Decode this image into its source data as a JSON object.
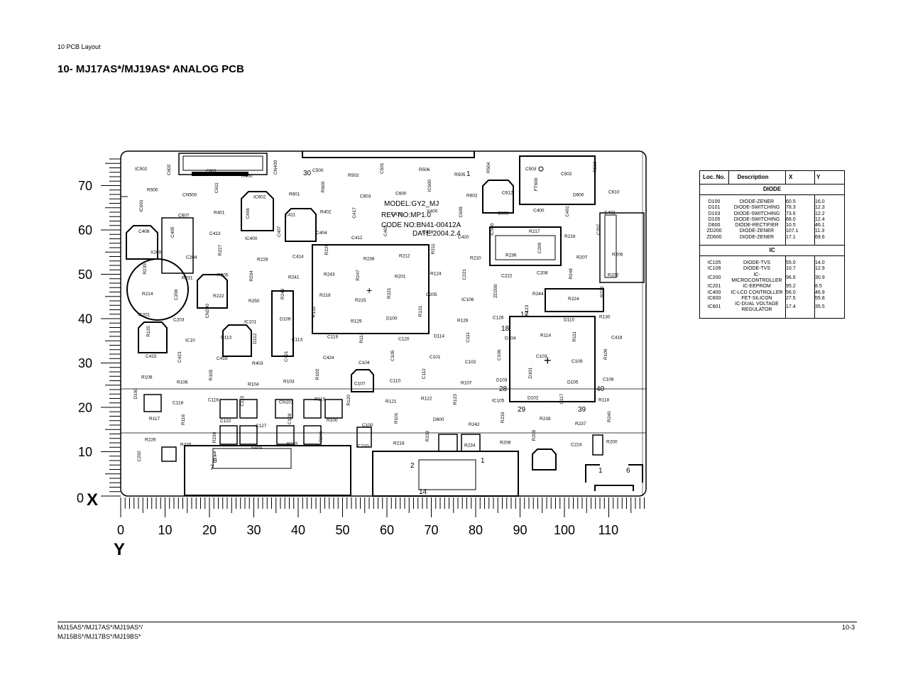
{
  "header": {
    "section": "10 PCB Layout"
  },
  "title": "10-   MJ17AS*/MJ19AS* ANALOG PCB",
  "footer": {
    "models_line1": "MJ15AS*/MJ17AS*/MJ19AS*/",
    "models_line2": "MJ15BS*/MJ17BS*/MJ19BS*",
    "page": "10-3"
  },
  "board": {
    "model": "MODEL:GY2_MJ",
    "rev": "REV NO:MP1.0",
    "code": "CODE NO:BN41-00412A",
    "date": "DATE:2004.2.4",
    "x_ticks": [
      "0",
      "10",
      "20",
      "30",
      "40",
      "50",
      "60",
      "70",
      "80",
      "90",
      "100",
      "110"
    ],
    "y_ticks": [
      "70",
      "60",
      "50",
      "40",
      "30",
      "20",
      "10",
      "0"
    ],
    "x_axis": "X",
    "y_axis": "Y",
    "labels": [
      "IC502",
      "C602",
      "C601",
      "R400",
      "CN400",
      "C500",
      "R502",
      "C501",
      "R506",
      "R505",
      "R504",
      "C503",
      "C502",
      "R503",
      "R500",
      "CN500",
      "C611",
      "IC602",
      "R601",
      "R600",
      "C603",
      "C600",
      "IC600",
      "R602",
      "C612",
      "FT600",
      "D600",
      "C610",
      "IC601",
      "C607",
      "R401",
      "C406",
      "C411",
      "R402",
      "C417",
      "C416",
      "X400",
      "C609",
      "C608",
      "C400",
      "C401",
      "C402",
      "C408",
      "C405",
      "C413",
      "IC400",
      "C407",
      "C404",
      "C412",
      "C403",
      "C410",
      "C420",
      "IC500",
      "R217",
      "R216",
      "C207",
      "X200",
      "C204",
      "R227",
      "R228",
      "C414",
      "R229",
      "R238",
      "R212",
      "R211",
      "R210",
      "R236",
      "C200",
      "R207",
      "R206",
      "R235",
      "R231",
      "R205",
      "R204",
      "R241",
      "R243",
      "R247",
      "R201",
      "R124",
      "C221",
      "C222",
      "C208",
      "R248",
      "R202",
      "R214",
      "C206",
      "R222",
      "R250",
      "R249",
      "R219",
      "R215",
      "R221",
      "C205",
      "IC106",
      "ZD200",
      "R244",
      "R224",
      "R223",
      "IC201",
      "C203",
      "CN200",
      "IC101",
      "D109",
      "R132",
      "R129",
      "D100",
      "R131",
      "R128",
      "C126",
      "C123",
      "D110",
      "R130",
      "R125",
      "IC10",
      "D113",
      "D112",
      "C113",
      "C119",
      "R113",
      "C120",
      "D114",
      "C111",
      "D104",
      "R114",
      "R111",
      "C418",
      "C415",
      "C423",
      "C419",
      "R403",
      "C421",
      "C424",
      "C104",
      "C105",
      "C101",
      "C102",
      "C106",
      "C103",
      "C109",
      "R109",
      "R108",
      "R106",
      "R105",
      "R104",
      "R103",
      "R102",
      "C107",
      "C110",
      "C112",
      "R107",
      "D103",
      "D101",
      "D105",
      "C108",
      "D100",
      "C118",
      "C116",
      "C115",
      "CN101",
      "R119",
      "R120",
      "R121",
      "R122",
      "R123",
      "IC105",
      "D102",
      "C117",
      "R118",
      "R117",
      "R116",
      "C122",
      "C127",
      "C128",
      "R100",
      "C100",
      "R101",
      "D600",
      "R242",
      "R233",
      "R239",
      "R237",
      "R240",
      "R226",
      "R225",
      "R230",
      "C201",
      "R245",
      "R246",
      "C210",
      "R218",
      "R232",
      "R234",
      "R208",
      "R209",
      "C224",
      "R200",
      "C202"
    ],
    "pin_labels": [
      "30",
      "1",
      "17",
      "18",
      "28",
      "29",
      "39",
      "40",
      "1",
      "6",
      "2",
      "1",
      "14",
      "1",
      "8",
      "7"
    ]
  },
  "table": {
    "headers": {
      "loc": "Loc. No.",
      "desc": "Description",
      "x": "X",
      "y": "Y"
    },
    "sections": [
      {
        "name": "DIODE",
        "rows": [
          {
            "loc": "D100",
            "desc": "DIODE-ZENER",
            "x": "60.5",
            "y": "16.0"
          },
          {
            "loc": "D101",
            "desc": "DIODE-SWITCHING",
            "x": "78.3",
            "y": "12.3"
          },
          {
            "loc": "D103",
            "desc": "DIODE-SWITCHING",
            "x": "73.6",
            "y": "12.2"
          },
          {
            "loc": "D105",
            "desc": "DIODE-SWITCHING",
            "x": "68.0",
            "y": "12.4"
          },
          {
            "loc": "D600",
            "desc": "DIODE-RECTIFIER",
            "x": "10.5",
            "y": "46.1"
          },
          {
            "loc": "ZD200",
            "desc": "DIODE-ZENER",
            "x": "107.1",
            "y": "11.3"
          },
          {
            "loc": "ZD600",
            "desc": "DIODE-ZENER",
            "x": "17.1",
            "y": "69.6"
          }
        ]
      },
      {
        "name": "IC",
        "rows": [
          {
            "loc": "IC105",
            "desc": "DIODE-TVS",
            "x": "55.0",
            "y": "14.0"
          },
          {
            "loc": "IC106",
            "desc": "DIODE-TVS",
            "x": "10.7",
            "y": "12.9"
          },
          {
            "loc": "IC200",
            "desc": "IC-MICROCONTROLLER",
            "x": "96.6",
            "y": "30.9"
          },
          {
            "loc": "IC201",
            "desc": "IC-EEPROM",
            "x": "95.2",
            "y": "8.5"
          },
          {
            "loc": "IC400",
            "desc": "IC-LCD CONTROLLER",
            "x": "56.0",
            "y": "46.9"
          },
          {
            "loc": "IC600",
            "desc": "FET-SILICON",
            "x": "27.5",
            "y": "55.8"
          },
          {
            "loc": "IC601",
            "desc": "IC-DUAL VOLTAGE REGULATOR",
            "x": "17.4",
            "y": "35.5"
          }
        ]
      }
    ]
  }
}
